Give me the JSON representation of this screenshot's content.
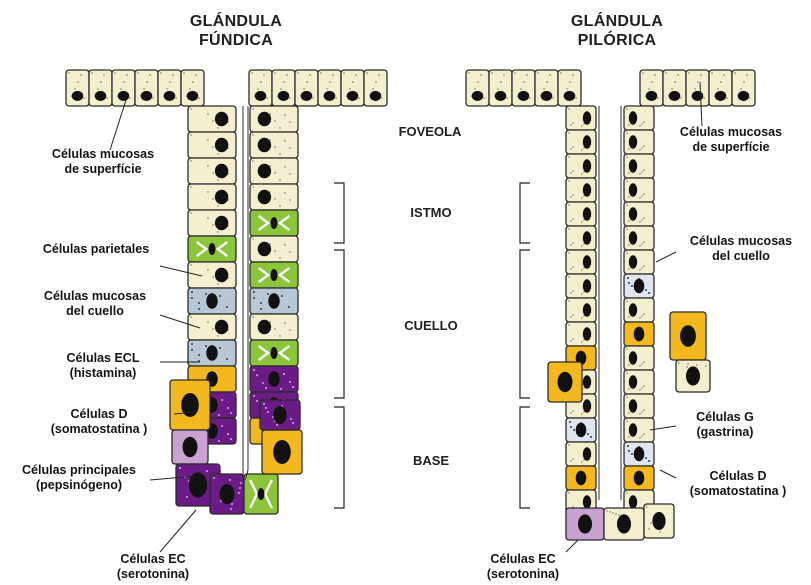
{
  "titles": {
    "fundic": [
      "GLÁNDULA",
      "FÚNDICA"
    ],
    "pyloric": [
      "GLÁNDULA",
      "PILÓRICA"
    ]
  },
  "zones": {
    "foveola": "FOVEOLA",
    "istmo": "ISTMO",
    "cuello": "CUELLO",
    "base": "BASE"
  },
  "fundic_labels": {
    "mucosas_superficie": [
      "Células mucosas",
      "de superfície"
    ],
    "parietales": [
      "Células parietales"
    ],
    "mucosas_cuello": [
      "Células mucosas",
      "del cuello"
    ],
    "ecl": [
      "Células ECL",
      "(histamina)"
    ],
    "d": [
      "Células D",
      "(somatostatina )"
    ],
    "principales": [
      "Células principales",
      "(pepsinógeno)"
    ],
    "ec": [
      "Células EC",
      "(serotonina)"
    ]
  },
  "pyloric_labels": {
    "mucosas_superficie": [
      "Células mucosas",
      "de superfície"
    ],
    "mucosas_cuello": [
      "Células mucosas",
      "del cuello"
    ],
    "g": [
      "Células G",
      "(gastrina)"
    ],
    "d": [
      "Células D",
      "(somatostatina )"
    ],
    "ec": [
      "Células EC",
      "(serotonina)"
    ]
  },
  "colors": {
    "mucous_cell": "#f3efcf",
    "nucleus": "#111111",
    "parietal": "#8cc43a",
    "d_cell": "#f2b81e",
    "chief": "#6b1b86",
    "ec_cell": "#c9a2d2",
    "ecl": "#b7c7d4",
    "g_cell": "#dfe6ee"
  }
}
